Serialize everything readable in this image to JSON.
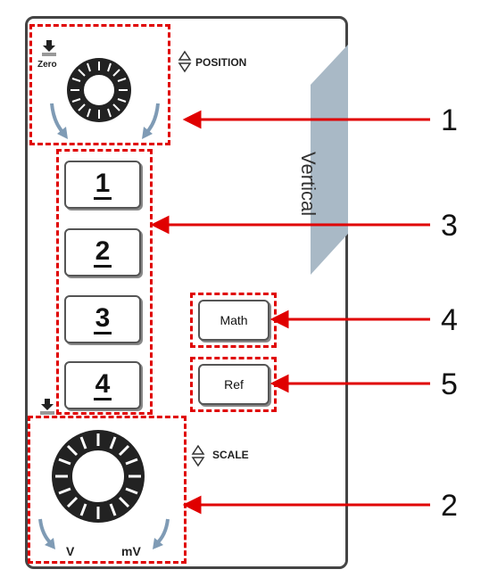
{
  "panel": {
    "section_title": "Vertical"
  },
  "position_knob": {
    "label": "POSITION",
    "zero_label": "Zero"
  },
  "scale_knob": {
    "label": "SCALE",
    "left_unit": "V",
    "right_unit": "mV"
  },
  "channel_buttons": [
    {
      "label": "1"
    },
    {
      "label": "2"
    },
    {
      "label": "3"
    },
    {
      "label": "4"
    }
  ],
  "function_buttons": {
    "math": "Math",
    "ref": "Ref"
  },
  "callouts": {
    "position": "1",
    "scale": "2",
    "channels": "3",
    "math": "4",
    "ref": "5"
  },
  "colors": {
    "highlight": "#e00000",
    "vertical_band": "#a9b9c6",
    "arrow": "#7f9bb5"
  }
}
